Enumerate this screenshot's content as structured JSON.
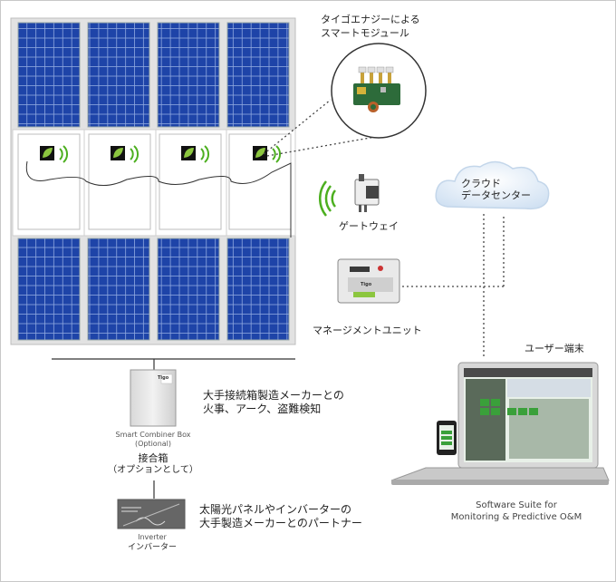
{
  "smart_module_label": [
    "タイゴエナジーによる",
    "スマートモジュール"
  ],
  "gateway_label": "ゲートウェイ",
  "cloud_label": [
    "クラウド",
    "データセンター"
  ],
  "management_unit_label": "マネージメントユニット",
  "user_terminal_label": "ユーザー端末",
  "combiner_box": {
    "name_en": [
      "Smart Combiner Box",
      "(Optional)"
    ],
    "name_jp": [
      "接合箱",
      "（オプションとして）"
    ],
    "badge": "Tigo",
    "description": [
      "大手接続箱製造メーカーとの",
      "火事、アーク、盗難検知"
    ]
  },
  "inverter": {
    "name_en": "Inverter",
    "name_jp": "インバーター",
    "description": [
      "太陽光パネルやインバーターの",
      "大手製造メーカーとのパートナー"
    ]
  },
  "software_label": [
    "Software Suite for",
    "Monitoring & Predictive O&M"
  ],
  "brand_badge": "Tigo",
  "colors": {
    "panel_blue": "#1e44a8",
    "leaf_green": "#8cc63f",
    "wifi_green": "#4caf1f",
    "cloud": "#e4eef8"
  }
}
